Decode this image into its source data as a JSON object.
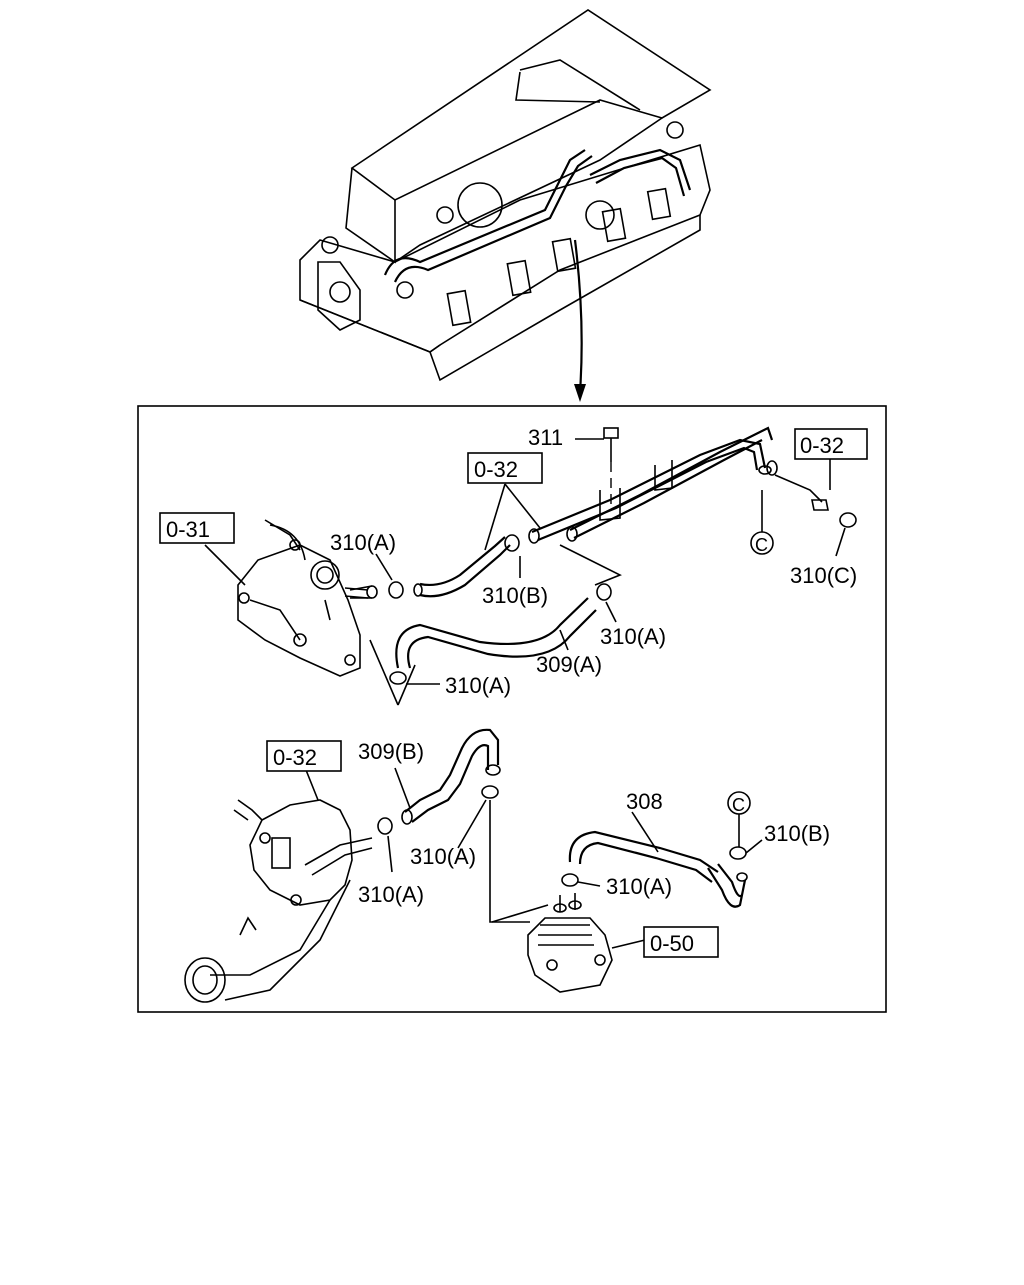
{
  "callouts": {
    "box_0_31": "0-31",
    "box_0_32_top": "0-32",
    "box_0_32_right": "0-32",
    "box_0_32_lower": "0-32",
    "box_0_50": "0-50",
    "p311": "311",
    "p310a_1": "310(A)",
    "p310b_1": "310(B)",
    "p310a_2": "310(A)",
    "p309a": "309(A)",
    "p310a_3": "310(A)",
    "p310c": "310(C)",
    "p309b": "309(B)",
    "p310a_4": "310(A)",
    "p310a_5": "310(A)",
    "p308": "308",
    "p310b_2": "310(B)",
    "p310a_6": "310(A)",
    "ref_c_top": "C",
    "ref_c_bottom": "C"
  }
}
